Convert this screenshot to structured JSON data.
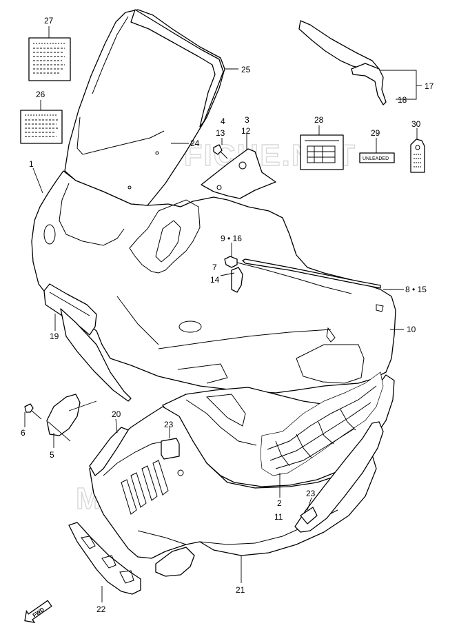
{
  "watermark": {
    "text": "MICROFICHE.NET"
  },
  "badges": {
    "fwd": "FWD",
    "unleaded": "UNLEADED"
  },
  "callouts": {
    "c1": "1",
    "c2": "2",
    "c3": "3",
    "c4": "4",
    "c5": "5",
    "c6": "6",
    "c7": "7",
    "c8_15": "8 • 15",
    "c9_16": "9 • 16",
    "c10": "10",
    "c11": "11",
    "c12": "12",
    "c13": "13",
    "c14": "14",
    "c17": "17",
    "c18": "18",
    "c19": "19",
    "c20": "20",
    "c21": "21",
    "c22": "22",
    "c23a": "23",
    "c23b": "23",
    "c24": "24",
    "c25": "25",
    "c26": "26",
    "c27": "27",
    "c28": "28",
    "c29": "29",
    "c30": "30"
  }
}
